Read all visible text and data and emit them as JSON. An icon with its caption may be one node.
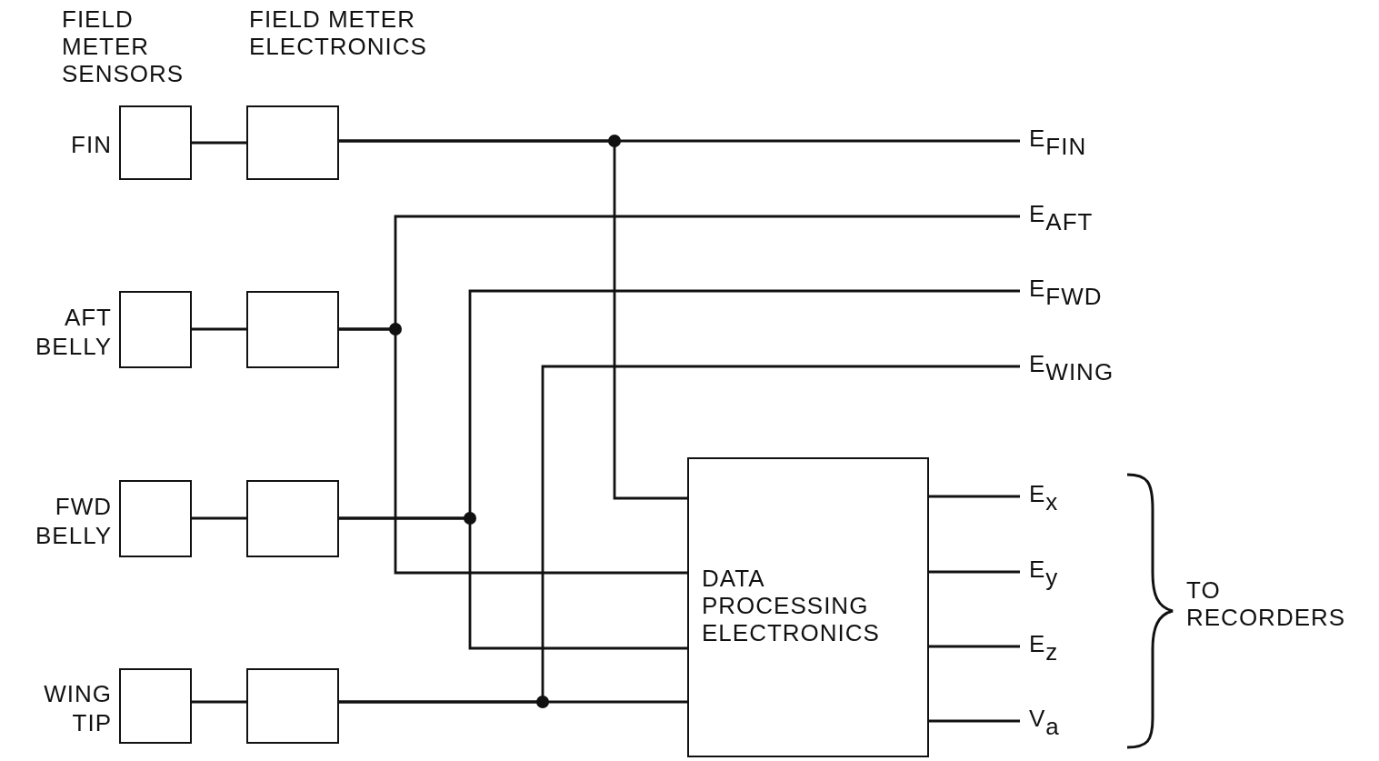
{
  "diagram": {
    "nodes": [
      {
        "text": [],
        "shape": "box",
        "beside": [
          "FIN"
        ]
      },
      {
        "text": [],
        "shape": "box"
      },
      {
        "text": [],
        "shape": "box",
        "beside": [
          "AFT BELLY"
        ]
      },
      {
        "text": [],
        "shape": "box"
      },
      {
        "text": [],
        "shape": "box",
        "beside": [
          "FWD BELLY"
        ]
      },
      {
        "text": [],
        "shape": "box"
      },
      {
        "text": [],
        "shape": "box",
        "beside": [
          "WING TIP"
        ]
      },
      {
        "text": [],
        "shape": "box"
      },
      {
        "text": [
          "DATA PROCESSING ELECTRONICS"
        ]
      },
      {
        "text": [
          "E$_{FIN}$"
        ]
      },
      {
        "text": [
          "E$_{AFT}$"
        ]
      },
      {
        "text": [
          "E$_{FWD}$"
        ]
      },
      {
        "text": [
          "E$_{WING}$"
        ]
      },
      {
        "text": [
          "E$_{x}$"
        ]
      },
      {
        "text": [
          "E$_{y}$"
        ]
      },
      {
        "text": [
          "E$_{z}$"
        ]
      },
      {
        "text": [
          "V$_{a}$"
        ]
      }
    ],
    "edges": [
      {
        "from": 0,
        "to": 1,
        "arrow": "none"
      },
      {
        "from": 2,
        "to": 3,
        "arrow": "none"
      },
      {
        "from": 4,
        "to": 5,
        "arrow": "none"
      },
      {
        "from": 6,
        "to": 7,
        "arrow": "none"
      },
      {
        "from": 1,
        "to": 9,
        "arrow": "none"
      },
      {
        "from": 1,
        "to": 8,
        "arrow": "none"
      },
      {
        "from": 3,
        "to": 10,
        "arrow": "none"
      },
      {
        "from": 3,
        "to": 8,
        "arrow": "none"
      },
      {
        "from": 5,
        "to": 11,
        "arrow": "none"
      },
      {
        "from": 5,
        "to": 8,
        "arrow": "none"
      },
      {
        "from": 7,
        "to": 12,
        "arrow": "none"
      },
      {
        "from": 7,
        "to": 8,
        "arrow": "none"
      },
      {
        "from": 8,
        "to": 13,
        "arrow": "none"
      },
      {
        "from": 8,
        "to": 14,
        "arrow": "none"
      },
      {
        "from": 8,
        "to": 15,
        "arrow": "none"
      },
      {
        "from": 8,
        "to": 16,
        "arrow": "none"
      }
    ],
    "labels": [
      "FIELD METER SENSORS",
      "FIELD METER ELECTRONICS",
      "TO RECORDERS"
    ]
  }
}
